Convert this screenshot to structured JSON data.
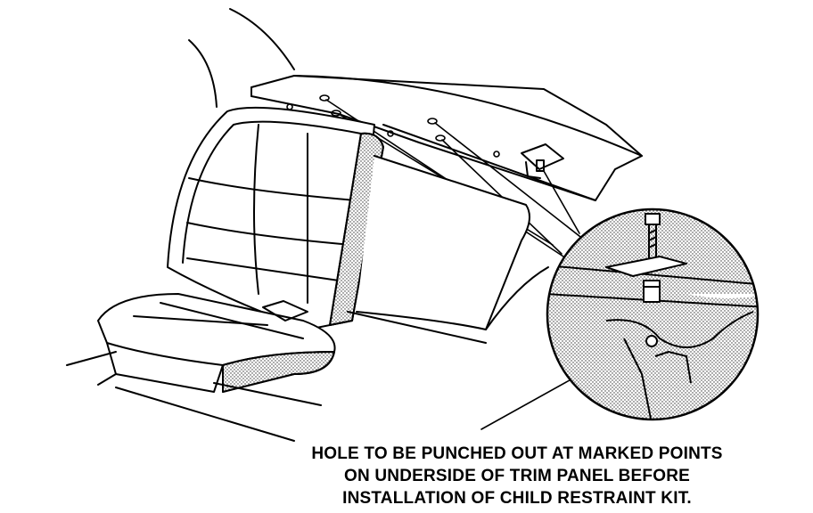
{
  "caption": {
    "lines": [
      "HOLE TO BE PUNCHED OUT AT MARKED POINTS",
      "ON UNDERSIDE OF TRIM PANEL BEFORE",
      "INSTALLATION OF CHILD RESTRAINT KIT."
    ]
  },
  "colors": {
    "ink": "#000000",
    "paper": "#ffffff",
    "stipple": "#9a9a9a"
  }
}
